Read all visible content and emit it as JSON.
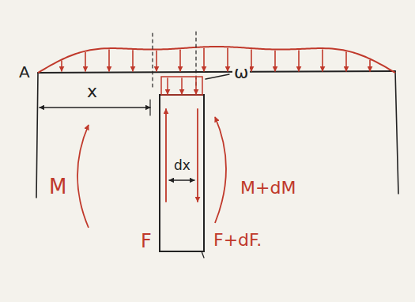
{
  "diagram": {
    "labels": [
      "A",
      "x",
      "ω",
      "M",
      "F",
      "dx",
      "M+dM",
      "F+dF."
    ]
  }
}
